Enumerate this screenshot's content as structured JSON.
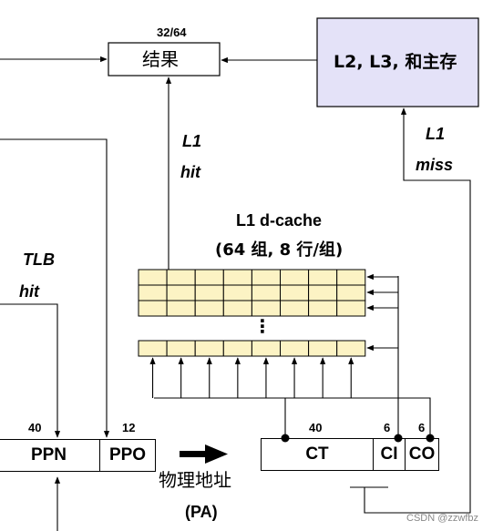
{
  "labels": {
    "result_width": "32/64",
    "result": "结果",
    "lower_memory": "L2, L3, 和主存",
    "l1_hit_top": "L1",
    "l1_hit_bottom": "hit",
    "l1_miss_top": "L1",
    "l1_miss_bottom": "miss",
    "cache_title": "L1 d-cache",
    "cache_org": "(64 组, 8 行/组)",
    "tlb_top": "TLB",
    "tlb_bottom": "hit",
    "ppn_width": "40",
    "ppo_width": "12",
    "ppn": "PPN",
    "ppo": "PPO",
    "ct_width": "40",
    "ci_width": "6",
    "co_width": "6",
    "ct": "CT",
    "ci": "CI",
    "co": "CO",
    "pa_top": "物理地址",
    "pa_bottom": "(PA)",
    "ellipsis": "⋮",
    "watermark": "CSDN @zzwfbz"
  },
  "colors": {
    "cache_fill": "#fcf3c4",
    "memory_fill": "#e4e2f8"
  },
  "icons": {
    "pa_arrow": "right-arrow-icon"
  }
}
